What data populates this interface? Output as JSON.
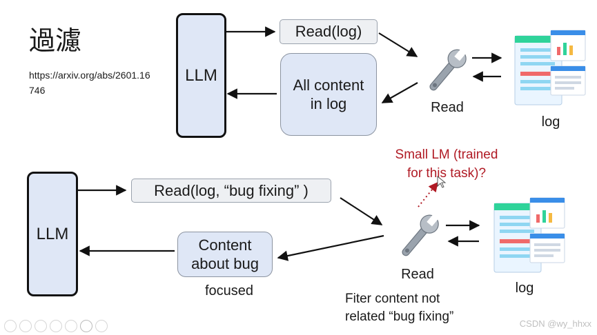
{
  "slide": {
    "title": "過濾",
    "url": "https://arxiv.org/abs/2601.16746"
  },
  "top_flow": {
    "llm_label": "LLM",
    "read_call": "Read(log)",
    "result_box": "All content in log",
    "tool_label": "Read",
    "log_label": "log"
  },
  "bottom_flow": {
    "llm_label": "LLM",
    "read_call": "Read(log, “bug fixing” )",
    "result_box": "Content about bug",
    "result_caption": "focused",
    "tool_label": "Read",
    "log_label": "log",
    "filter_note_line1": "Fiter content not",
    "filter_note_line2": "related “bug fixing”",
    "small_lm_line1": "Small LM (trained",
    "small_lm_line2": "for this task)?"
  },
  "watermark": "CSDN @wy_hhxx",
  "icons": {
    "tool": "wrench-icon",
    "document": "log-document-icon"
  },
  "colors": {
    "llm_fill": "#dfe7f6",
    "pill_fill": "#eef0f3",
    "accent_red": "#b01a24",
    "doc_green": "#2fd39a",
    "doc_blue": "#3a8ee8"
  }
}
